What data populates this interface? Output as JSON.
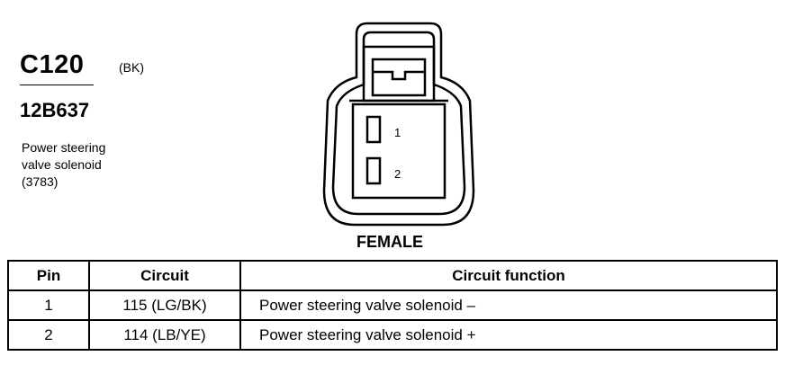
{
  "connector": {
    "id": "C120",
    "color_code": "(BK)",
    "part_number": "12B637",
    "description_lines": [
      "Power steering",
      "valve solenoid",
      "(3783)"
    ],
    "gender": "FEMALE",
    "cavities": [
      "1",
      "2"
    ]
  },
  "table": {
    "headers": [
      "Pin",
      "Circuit",
      "Circuit function"
    ],
    "rows": [
      {
        "pin": "1",
        "circuit": "115 (LG/BK)",
        "function": "Power steering valve solenoid  –"
      },
      {
        "pin": "2",
        "circuit": "114 (LB/YE)",
        "function": "Power steering valve solenoid  +"
      }
    ]
  }
}
